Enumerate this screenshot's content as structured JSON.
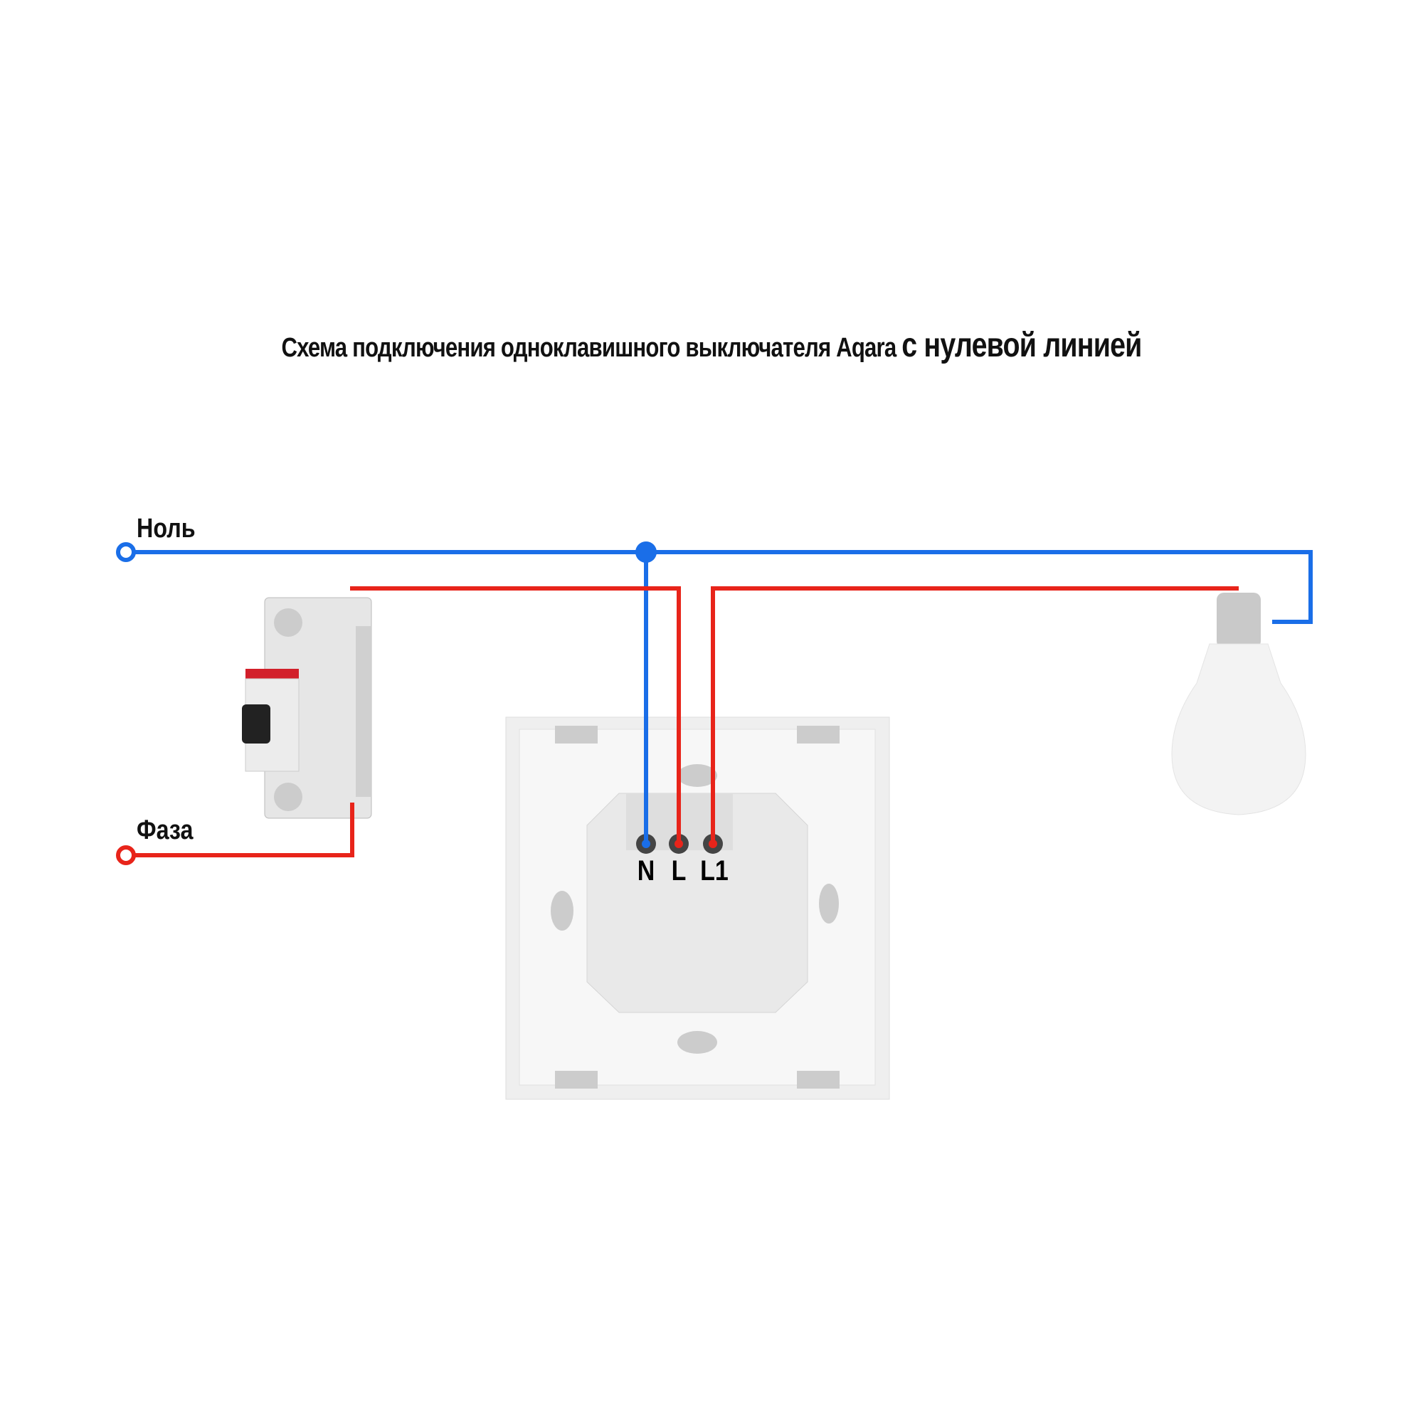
{
  "title": {
    "part1": "Схема подключения одноклавишного выключателя Aqara ",
    "part2": "с нулевой линией"
  },
  "labels": {
    "neutral": "Ноль",
    "phase": "Фаза"
  },
  "terminals": [
    "N",
    "L",
    "L1"
  ],
  "colors": {
    "neutral": "#1a6ee8",
    "phase": "#e8241a"
  }
}
